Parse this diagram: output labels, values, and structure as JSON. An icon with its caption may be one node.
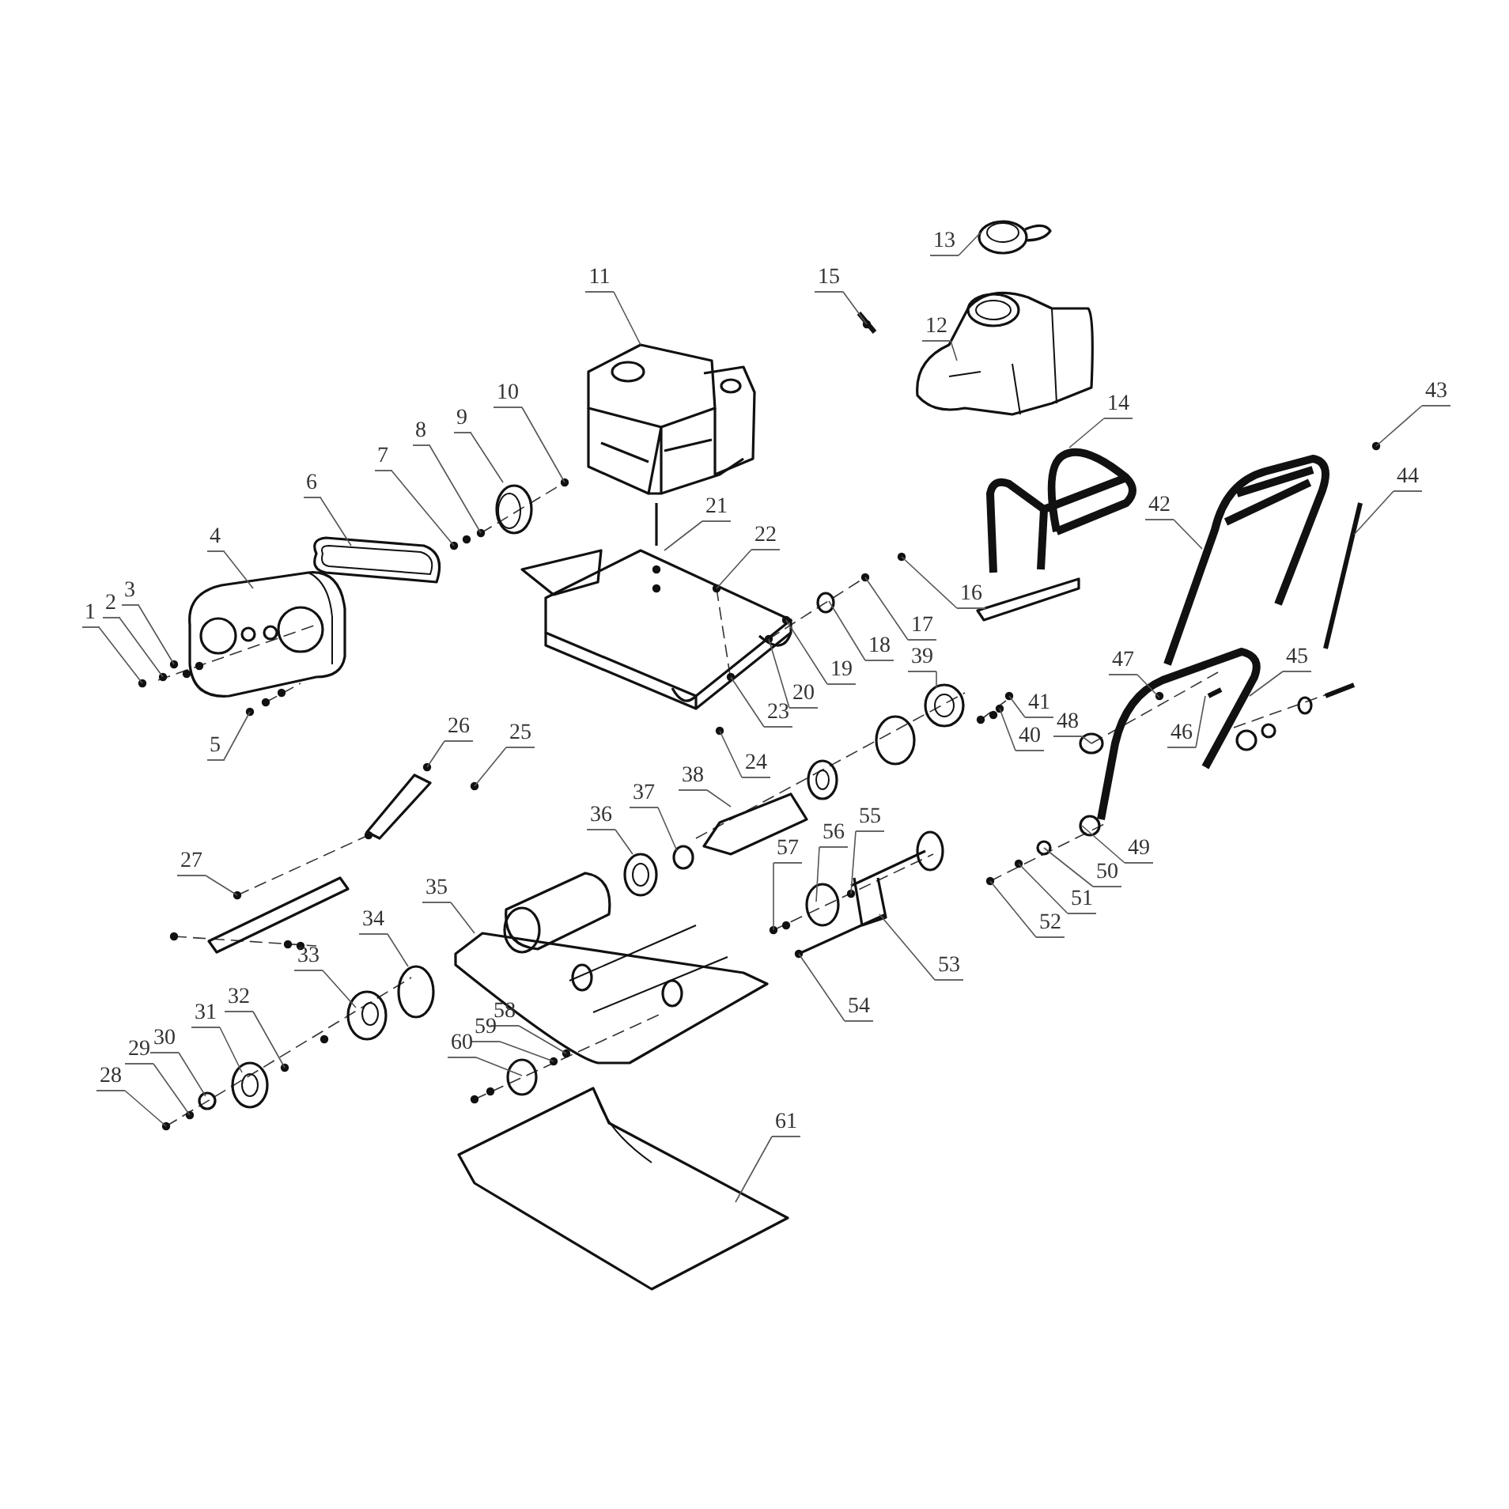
{
  "diagram": {
    "nodes": [
      {
        "text": [
          "1"
        ]
      },
      {
        "text": [
          "2"
        ]
      },
      {
        "text": [
          "3"
        ]
      },
      {
        "text": [
          "4"
        ]
      },
      {
        "text": [
          "5"
        ]
      },
      {
        "text": [
          "6"
        ]
      },
      {
        "text": [
          "7"
        ]
      },
      {
        "text": [
          "8"
        ]
      },
      {
        "text": [
          "9"
        ]
      },
      {
        "text": [
          "10"
        ]
      },
      {
        "text": [
          "11"
        ]
      },
      {
        "text": [
          "12"
        ]
      },
      {
        "text": [
          "13"
        ]
      },
      {
        "text": [
          "14"
        ]
      },
      {
        "text": [
          "15"
        ]
      },
      {
        "text": [
          "16"
        ]
      },
      {
        "text": [
          "17"
        ]
      },
      {
        "text": [
          "18"
        ]
      },
      {
        "text": [
          "19"
        ]
      },
      {
        "text": [
          "20"
        ]
      },
      {
        "text": [
          "21"
        ]
      },
      {
        "text": [
          "22"
        ]
      },
      {
        "text": [
          "23"
        ]
      },
      {
        "text": [
          "24"
        ]
      },
      {
        "text": [
          "25"
        ]
      },
      {
        "text": [
          "26"
        ]
      },
      {
        "text": [
          "27"
        ]
      },
      {
        "text": [
          "28"
        ]
      },
      {
        "text": [
          "29"
        ]
      },
      {
        "text": [
          "30"
        ]
      },
      {
        "text": [
          "31"
        ]
      },
      {
        "text": [
          "32"
        ]
      },
      {
        "text": [
          "33"
        ]
      },
      {
        "text": [
          "34"
        ]
      },
      {
        "text": [
          "35"
        ]
      },
      {
        "text": [
          "36"
        ]
      },
      {
        "text": [
          "37"
        ]
      },
      {
        "text": [
          "38"
        ]
      },
      {
        "text": [
          "39"
        ]
      },
      {
        "text": [
          "40"
        ]
      },
      {
        "text": [
          "41"
        ]
      },
      {
        "text": [
          "42"
        ]
      },
      {
        "text": [
          "43"
        ]
      },
      {
        "text": [
          "44"
        ]
      },
      {
        "text": [
          "45"
        ]
      },
      {
        "text": [
          "46"
        ]
      },
      {
        "text": [
          "47"
        ]
      },
      {
        "text": [
          "48"
        ]
      },
      {
        "text": [
          "49"
        ]
      },
      {
        "text": [
          "50"
        ]
      },
      {
        "text": [
          "51"
        ]
      },
      {
        "text": [
          "52"
        ]
      },
      {
        "text": [
          "53"
        ]
      },
      {
        "text": [
          "54"
        ]
      },
      {
        "text": [
          "55"
        ]
      },
      {
        "text": [
          "56"
        ]
      },
      {
        "text": [
          "57"
        ]
      },
      {
        "text": [
          "58"
        ]
      },
      {
        "text": [
          "59"
        ]
      },
      {
        "text": [
          "60"
        ]
      },
      {
        "text": [
          "61"
        ]
      }
    ],
    "edges": [
      {
        "from": 0,
        "to": null,
        "arrow": "none"
      },
      {
        "from": 1,
        "to": null,
        "arrow": "none"
      },
      {
        "from": 2,
        "to": null,
        "arrow": "none"
      },
      {
        "from": 3,
        "to": null,
        "arrow": "none"
      },
      {
        "from": 4,
        "to": null,
        "arrow": "none"
      },
      {
        "from": 5,
        "to": null,
        "arrow": "none"
      },
      {
        "from": 6,
        "to": null,
        "arrow": "none"
      },
      {
        "from": 7,
        "to": null,
        "arrow": "none"
      },
      {
        "from": 8,
        "to": null,
        "arrow": "none"
      },
      {
        "from": 9,
        "to": null,
        "arrow": "none"
      },
      {
        "from": 10,
        "to": null,
        "arrow": "none"
      },
      {
        "from": 11,
        "to": null,
        "arrow": "none"
      },
      {
        "from": 12,
        "to": null,
        "arrow": "none"
      },
      {
        "from": 13,
        "to": null,
        "arrow": "none"
      },
      {
        "from": 14,
        "to": null,
        "arrow": "none"
      },
      {
        "from": 15,
        "to": null,
        "arrow": "none"
      },
      {
        "from": 16,
        "to": null,
        "arrow": "none"
      },
      {
        "from": 17,
        "to": null,
        "arrow": "none"
      },
      {
        "from": 18,
        "to": null,
        "arrow": "none"
      },
      {
        "from": 19,
        "to": null,
        "arrow": "none"
      },
      {
        "from": 20,
        "to": null,
        "arrow": "none"
      },
      {
        "from": 21,
        "to": null,
        "arrow": "none"
      },
      {
        "from": 22,
        "to": null,
        "arrow": "none"
      },
      {
        "from": 23,
        "to": null,
        "arrow": "none"
      },
      {
        "from": 24,
        "to": null,
        "arrow": "none"
      },
      {
        "from": 25,
        "to": null,
        "arrow": "none"
      },
      {
        "from": 26,
        "to": null,
        "arrow": "none"
      },
      {
        "from": 27,
        "to": null,
        "arrow": "none"
      },
      {
        "from": 28,
        "to": null,
        "arrow": "none"
      },
      {
        "from": 29,
        "to": null,
        "arrow": "none"
      },
      {
        "from": 30,
        "to": null,
        "arrow": "none"
      },
      {
        "from": 31,
        "to": null,
        "arrow": "none"
      },
      {
        "from": 32,
        "to": null,
        "arrow": "none"
      },
      {
        "from": 33,
        "to": null,
        "arrow": "none"
      },
      {
        "from": 34,
        "to": null,
        "arrow": "none"
      },
      {
        "from": 35,
        "to": null,
        "arrow": "none"
      },
      {
        "from": 36,
        "to": null,
        "arrow": "none"
      },
      {
        "from": 37,
        "to": null,
        "arrow": "none"
      },
      {
        "from": 38,
        "to": null,
        "arrow": "none"
      },
      {
        "from": 39,
        "to": null,
        "arrow": "none"
      },
      {
        "from": 40,
        "to": null,
        "arrow": "none"
      },
      {
        "from": 41,
        "to": null,
        "arrow": "none"
      },
      {
        "from": 42,
        "to": null,
        "arrow": "none"
      },
      {
        "from": 43,
        "to": null,
        "arrow": "none"
      },
      {
        "from": 44,
        "to": null,
        "arrow": "none"
      },
      {
        "from": 45,
        "to": null,
        "arrow": "none"
      },
      {
        "from": 46,
        "to": null,
        "arrow": "none"
      },
      {
        "from": 47,
        "to": null,
        "arrow": "none"
      },
      {
        "from": 48,
        "to": null,
        "arrow": "none"
      },
      {
        "from": 49,
        "to": null,
        "arrow": "none"
      },
      {
        "from": 50,
        "to": null,
        "arrow": "none"
      },
      {
        "from": 51,
        "to": null,
        "arrow": "none"
      },
      {
        "from": 52,
        "to": null,
        "arrow": "none"
      },
      {
        "from": 53,
        "to": null,
        "arrow": "none"
      },
      {
        "from": 54,
        "to": null,
        "arrow": "none"
      },
      {
        "from": 55,
        "to": null,
        "arrow": "none"
      },
      {
        "from": 56,
        "to": null,
        "arrow": "none"
      },
      {
        "from": 57,
        "to": null,
        "arrow": "none"
      },
      {
        "from": 58,
        "to": null,
        "arrow": "none"
      },
      {
        "from": 59,
        "to": null,
        "arrow": "none"
      },
      {
        "from": 60,
        "to": null,
        "arrow": "none"
      }
    ]
  }
}
